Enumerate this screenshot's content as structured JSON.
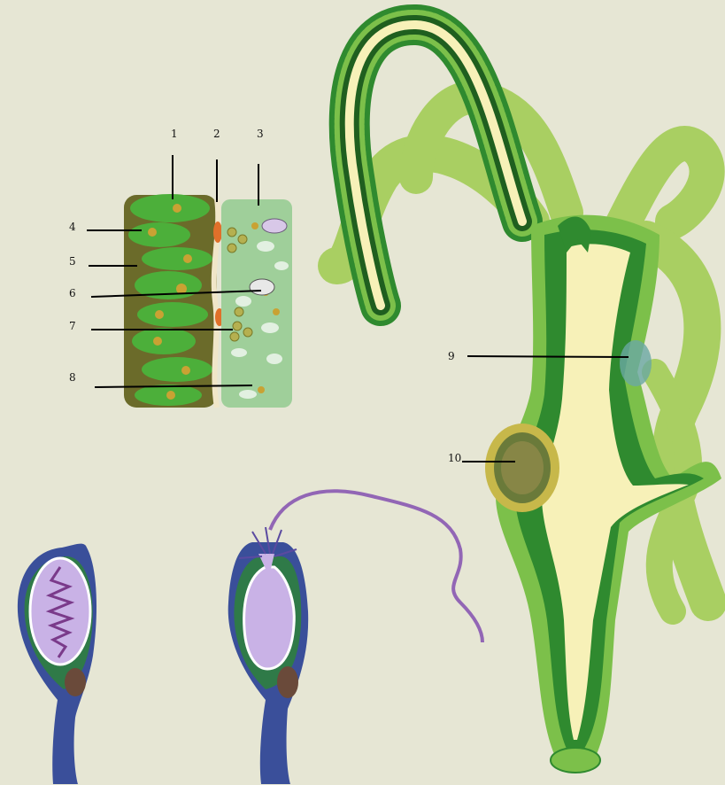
{
  "labels": {
    "l1": "1",
    "l2": "2",
    "l3": "3",
    "l4": "4",
    "l5": "5",
    "l6": "6",
    "l7": "7",
    "l8": "8",
    "l9": "9",
    "l10": "10"
  },
  "colors": {
    "background": "#e6e6d4",
    "tentacle_light": "#a9cf62",
    "body_wall": "#2f8a2f",
    "ectoderm": "#7cc04a",
    "gastric_cavity": "#f7f1b8",
    "nematocyst_capsule": "#c9b2e6",
    "nematocyst_wall": "#2f7a48",
    "nematocyst_stalk": "#3a4f9a",
    "thread": "#9266b5",
    "interstitial_cell": "#e0702a"
  }
}
